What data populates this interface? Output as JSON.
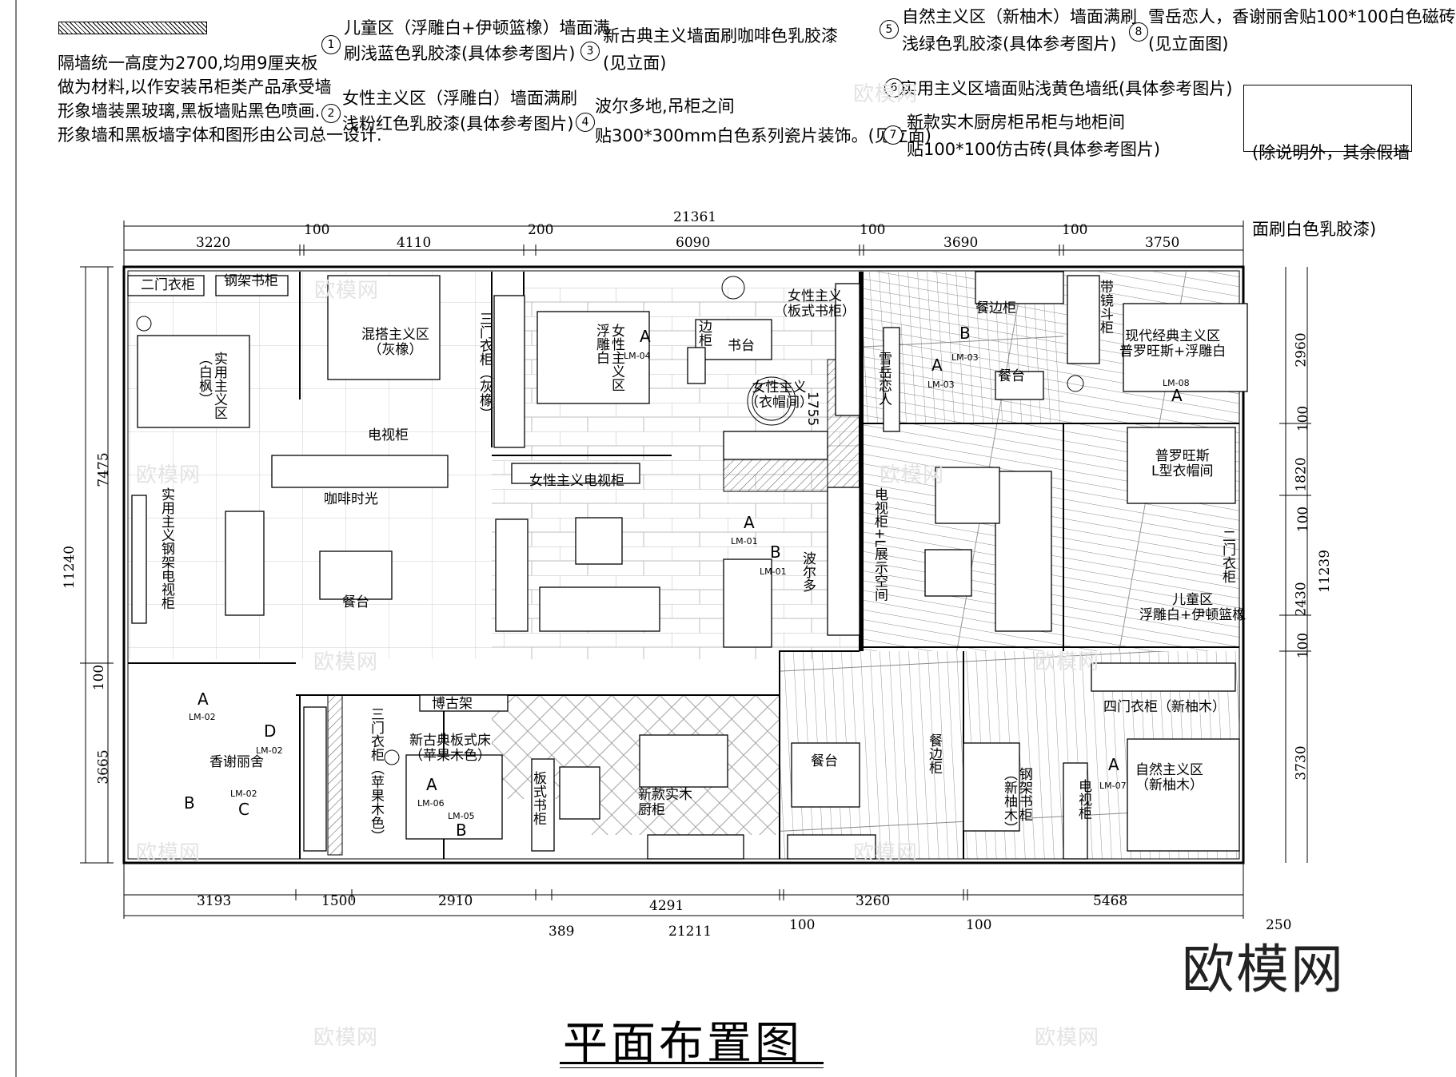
{
  "notes": {
    "general": [
      "隔墙统一高度为2700,均用9厘夹板",
      "做为材料,以作安装吊柜类产品承受墙",
      "形象墙装黑玻璃,黑板墙贴黑色喷画.",
      "形象墙和黑板墙字体和图形由公司总一设计."
    ],
    "items": [
      {
        "num": "1",
        "lines": [
          "儿童区（浮雕白+伊顿篮橡）墙面满",
          "刷浅蓝色乳胶漆(具体参考图片)"
        ]
      },
      {
        "num": "2",
        "lines": [
          "女性主义区（浮雕白）墙面满刷",
          "浅粉红色乳胶漆(具体参考图片)"
        ]
      },
      {
        "num": "3",
        "lines": [
          "新古典主义墙面刷咖啡色乳胶漆",
          "(见立面)"
        ]
      },
      {
        "num": "4",
        "lines": [
          "波尔多地,吊柜之间",
          "贴300*300mm白色系列瓷片装饰。(见立面)"
        ]
      },
      {
        "num": "5",
        "lines": [
          "自然主义区（新柚木）墙面满刷",
          "浅绿色乳胶漆(具体参考图片)"
        ]
      },
      {
        "num": "6",
        "lines": [
          "实用主义区墙面贴浅黄色墙纸(具体参考图片)"
        ]
      },
      {
        "num": "7",
        "lines": [
          "新款实木厨房柜吊柜与地柜间",
          "贴100*100仿古砖(具体参考图片)"
        ]
      },
      {
        "num": "8",
        "lines": [
          "雪岳恋人，香谢丽舍贴100*100白色磁砖",
          "(见立面图)"
        ]
      }
    ],
    "box": [
      "(除说明外，其余假墙",
      "面刷白色乳胶漆)"
    ]
  },
  "dimensions": {
    "top_total": "21361",
    "top": [
      "3220",
      "100",
      "4110",
      "200",
      "6090",
      "100",
      "3690",
      "100",
      "3750"
    ],
    "bottom": [
      "3193",
      "1500",
      "2910",
      "389",
      "4291",
      "100",
      "3260",
      "100",
      "5468",
      "250"
    ],
    "bottom_total": "21211",
    "left": [
      "11240",
      "7475",
      "100",
      "3665"
    ],
    "right": [
      "2960",
      "100",
      "1820",
      "100",
      "11239",
      "2430",
      "100",
      "3730"
    ]
  },
  "labels": {
    "r_erwen": "二门衣柜",
    "r_gangjia": "钢架书柜",
    "r_hunda": "混搭主义区\n（灰橡）",
    "r_shiyong": "实用主义区\n（白枫）",
    "r_sanmen": "三门衣柜（灰橡）",
    "r_nvxing_fu": "女性主义区\n浮雕白",
    "r_bianqui": "边柜",
    "r_shutai": "书台",
    "r_nvxing_ban": "女性主义\n（板式书柜）",
    "r_nvxing_yimao": "女性主义\n（衣帽间）",
    "r_1755": "1755",
    "r_dianshigui": "电视柜",
    "r_kafei": "咖啡时光",
    "r_shiyong_tv": "实用主义钢架电视柜",
    "r_cantai1": "餐台",
    "r_nvxing_tv": "女性主义电视柜",
    "r_boerduo": "波尔多",
    "r_dianshi_show": "电视柜+L展示空间",
    "r_canbian": "餐边柜",
    "r_xueyue": "雪岳恋人",
    "r_cantai2": "餐台",
    "r_daijing": "带镜斗柜",
    "r_xiandai": "现代经典主义区\n普罗旺斯+浮雕白",
    "r_puluo": "普罗旺斯\nL型衣帽间",
    "r_erwen2": "二门衣柜",
    "r_ertong": "儿童区\n浮雕白+伊顿篮橡",
    "r_simen": "四门衣柜（新柚木）",
    "r_ziran": "自然主义区\n（新柚木）",
    "r_dianshi2": "电视柜",
    "r_gangjia2": "钢架书柜\n（新柚木）",
    "r_canbian2": "餐边柜",
    "r_cantai3": "餐台",
    "r_xinkuan": "新款实木\n厨柜",
    "r_banshi": "板式书柜",
    "r_xingu": "新古典板式床\n（苹果木色）",
    "r_sanmen2": "三门衣柜（苹果木色）",
    "r_bogu": "博古架",
    "r_xiangxie": "香谢丽舍"
  },
  "markers": [
    "LM-01",
    "LM-02",
    "LM-03",
    "LM-04",
    "LM-05",
    "LM-06",
    "LM-07",
    "LM-08"
  ],
  "marker_letters": [
    "A",
    "B",
    "C",
    "D"
  ],
  "title": "平面布置图",
  "brand": "欧模网",
  "watermark": "欧模网"
}
